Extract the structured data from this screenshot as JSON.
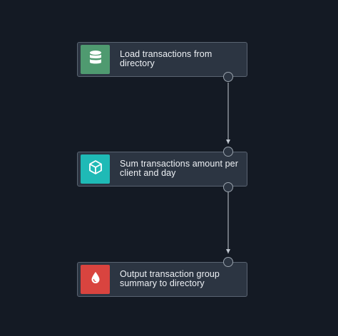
{
  "diagram": {
    "nodes": [
      {
        "id": "load",
        "label": "Load transactions from directory",
        "icon": "database-icon",
        "color": "#4f9a70"
      },
      {
        "id": "sum",
        "label": "Sum transactions amount per client and day",
        "icon": "cube-icon",
        "color": "#1fbab6"
      },
      {
        "id": "output",
        "label": "Output transaction group summary to directory",
        "icon": "droplet-icon",
        "color": "#d9443f"
      }
    ],
    "edges": [
      {
        "from": "load",
        "to": "sum"
      },
      {
        "from": "sum",
        "to": "output"
      }
    ],
    "colors": {
      "background": "#141a24",
      "node_fill": "#2c3542",
      "node_border": "#5a6472",
      "edge": "#c4cad2"
    }
  }
}
